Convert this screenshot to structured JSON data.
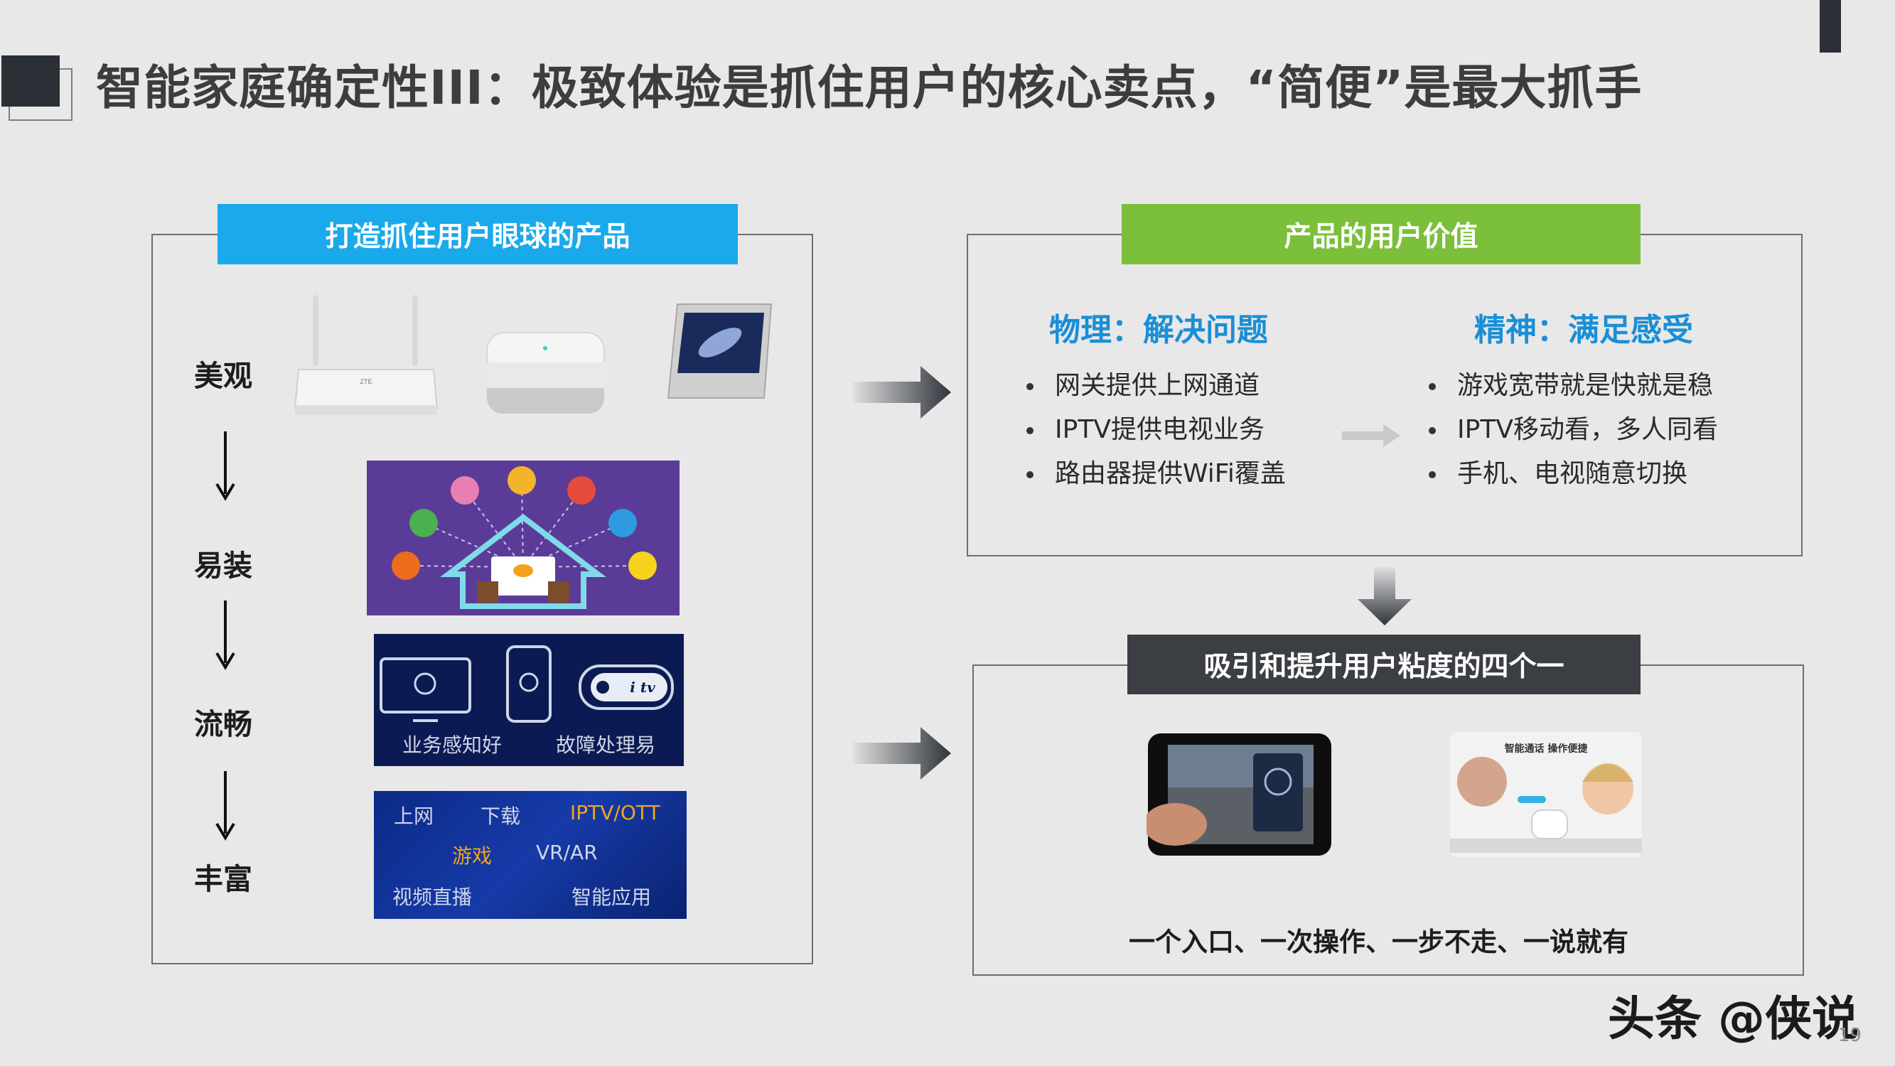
{
  "title": "智能家庭确定性III：极致体验是抓住用户的核心卖点，“简便”是最大抓手",
  "left_section": {
    "banner": "打造抓住用户眼球的产品",
    "features": [
      "美观",
      "易装",
      "流畅",
      "丰富"
    ],
    "service_panel": {
      "labels": [
        "业务感知好",
        "故障处理易"
      ],
      "badge": "i tv"
    },
    "content_panel": {
      "labels": [
        "上网",
        "下载",
        "IPTV/OTT",
        "游戏",
        "VR/AR",
        "视频直播",
        "智能应用"
      ]
    },
    "router_brand": "ZTE"
  },
  "value_section": {
    "banner": "产品的用户价值",
    "physical": {
      "heading": "物理：解决问题",
      "items": [
        "网关提供上网通道",
        "IPTV提供电视业务",
        "路由器提供WiFi覆盖"
      ]
    },
    "spiritual": {
      "heading": "精神：满足感受",
      "items": [
        "游戏宽带就是快就是稳",
        "IPTV移动看，多人同看",
        "手机、电视随意切换"
      ]
    }
  },
  "stickiness_section": {
    "banner": "吸引和提升用户粘度的四个一",
    "summary": "一个入口、一次操作、一步不走、一说就有",
    "family_image_caption": "智能通话 操作便捷"
  },
  "watermark": "头条 @侠说",
  "page_number": "19",
  "colors": {
    "blue_banner": "#1aa9ea",
    "green_banner": "#7bbf3a",
    "dark_banner": "#3b3e43",
    "heading_blue": "#1a8fd6"
  }
}
